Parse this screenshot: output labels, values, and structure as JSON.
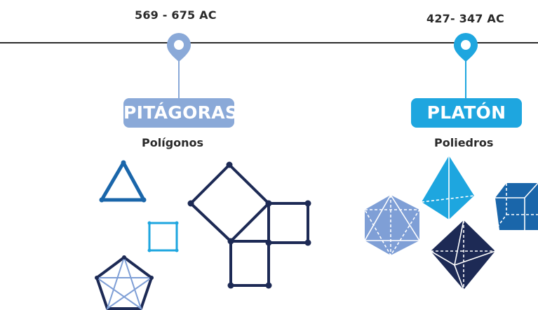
{
  "events": [
    {
      "date": "569 - 675 AC",
      "name": "PITÁGORAS",
      "topic": "Polígonos",
      "color": "#8aa9d8"
    },
    {
      "date": "427- 347 AC",
      "name": "PLATÓN",
      "topic": "Poliedros",
      "color": "#1ea6df"
    }
  ],
  "colors": {
    "timeline": "#2b2b2b",
    "navy": "#1d2a55",
    "blue": "#1a66aa",
    "cyan": "#1ea6df",
    "periwinkle": "#7f9fd6"
  }
}
